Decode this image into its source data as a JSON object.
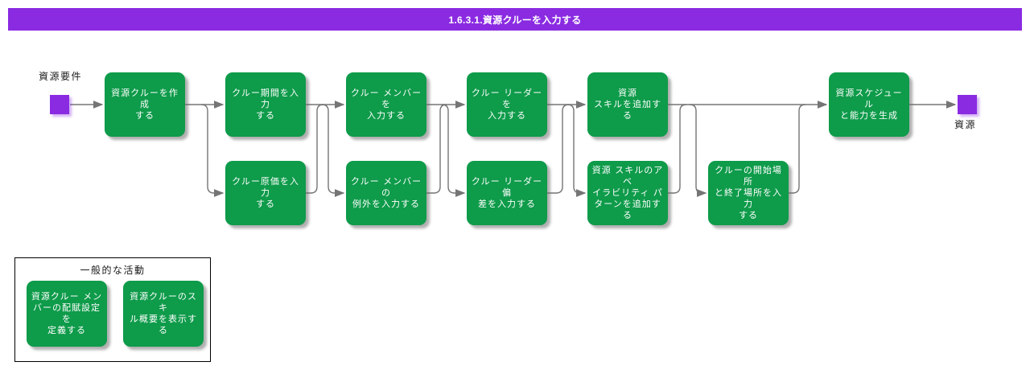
{
  "header": {
    "title": "1.6.3.1.資源クルーを入力する"
  },
  "flow": {
    "start": {
      "label": "資源要件"
    },
    "end": {
      "label": "資源"
    },
    "top_row": [
      "資源クルーを作成\nする",
      "クルー期間を入力\nする",
      "クルー メンバーを\n入力する",
      "クルー リーダーを\n入力する",
      "資源\nスキルを追加する",
      "資源スケジュール\nと能力を生成"
    ],
    "bottom_row": [
      "クルー原価を入力\nする",
      "クルー メンバーの\n例外を入力する",
      "クルー リーダー偏\n差を入力する",
      "資源 スキルのアベ\nイラビリティ パ\nターンを追加する",
      "クルーの開始場所\nと終了場所を入力\nする"
    ]
  },
  "legend": {
    "title": "一般的な活動",
    "items": [
      "資源クルー メン\nバーの配賦設定を\n定義する",
      "資源クルーのスキ\nル概要を表示する"
    ]
  },
  "colors": {
    "accent-purple": "#8A2BE2",
    "activity-green": "#0E9B4A",
    "connector-gray": "#757575",
    "box-text": "#FFFFFF"
  }
}
